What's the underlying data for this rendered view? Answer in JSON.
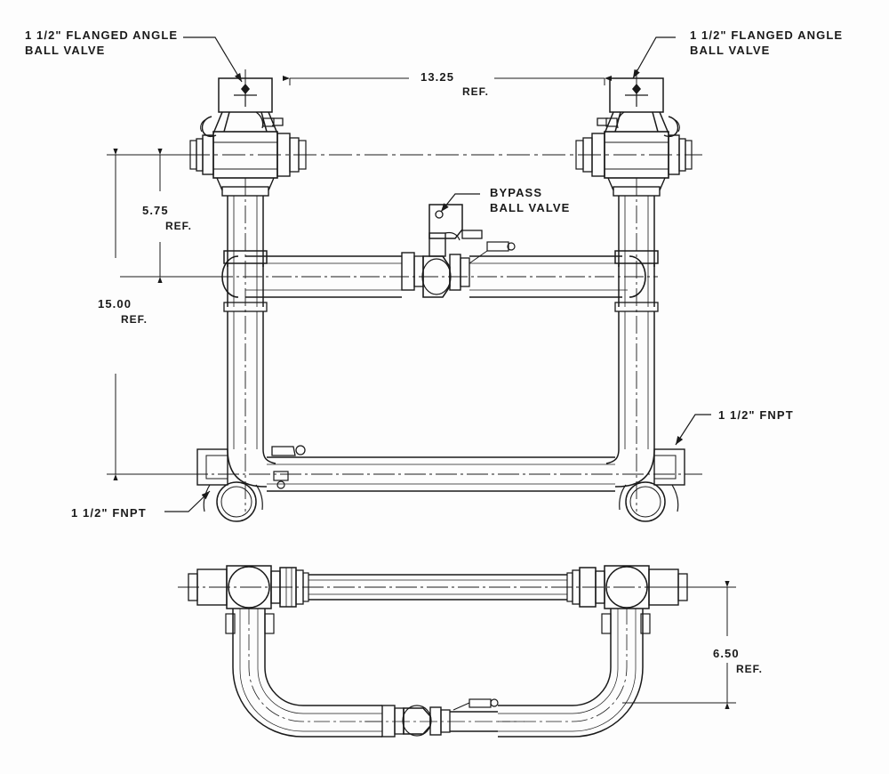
{
  "drawing": {
    "title": "Water meter setter assembly - elevation and plan views",
    "line_color": "#1a1a1a",
    "background_color": "#fdfdfd"
  },
  "annotations": {
    "top_left_valve": {
      "line1": "1 1/2\" FLANGED ANGLE",
      "line2": "BALL VALVE"
    },
    "top_right_valve": {
      "line1": "1 1/2\" FLANGED ANGLE",
      "line2": "BALL VALVE"
    },
    "bypass": {
      "line1": "BYPASS",
      "line2": "BALL VALVE"
    },
    "right_fnpt": {
      "text": "1 1/2\" FNPT"
    },
    "left_fnpt": {
      "text": "1 1/2\" FNPT"
    }
  },
  "dimensions": {
    "width_overall": {
      "value": "13.25",
      "ref": "REF."
    },
    "height_upper": {
      "value": "5.75",
      "ref": "REF."
    },
    "height_overall": {
      "value": "15.00",
      "ref": "REF."
    },
    "plan_depth": {
      "value": "6.50",
      "ref": "REF."
    }
  },
  "views": {
    "elevation": {
      "name": "elevation-view"
    },
    "plan": {
      "name": "plan-view"
    }
  }
}
